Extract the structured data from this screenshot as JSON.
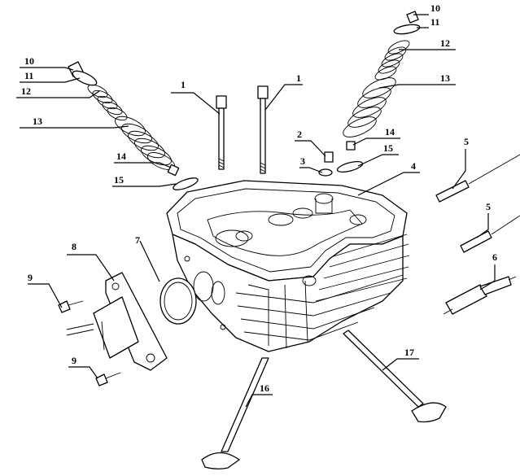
{
  "callouts": [
    {
      "id": "c1a",
      "text": "1"
    },
    {
      "id": "c1b",
      "text": "1"
    },
    {
      "id": "c2",
      "text": "2"
    },
    {
      "id": "c3",
      "text": "3"
    },
    {
      "id": "c4",
      "text": "4"
    },
    {
      "id": "c5a",
      "text": "5"
    },
    {
      "id": "c5b",
      "text": "5"
    },
    {
      "id": "c6",
      "text": "6"
    },
    {
      "id": "c7",
      "text": "7"
    },
    {
      "id": "c8",
      "text": "8"
    },
    {
      "id": "c9a",
      "text": "9"
    },
    {
      "id": "c9b",
      "text": "9"
    },
    {
      "id": "c10a",
      "text": "10"
    },
    {
      "id": "c10b",
      "text": "10"
    },
    {
      "id": "c11a",
      "text": "11"
    },
    {
      "id": "c11b",
      "text": "11"
    },
    {
      "id": "c12a",
      "text": "12"
    },
    {
      "id": "c12b",
      "text": "12"
    },
    {
      "id": "c13a",
      "text": "13"
    },
    {
      "id": "c13b",
      "text": "13"
    },
    {
      "id": "c14a",
      "text": "14"
    },
    {
      "id": "c14b",
      "text": "14"
    },
    {
      "id": "c15a",
      "text": "15"
    },
    {
      "id": "c15b",
      "text": "15"
    },
    {
      "id": "c16",
      "text": "16"
    },
    {
      "id": "c17",
      "text": "17"
    }
  ]
}
